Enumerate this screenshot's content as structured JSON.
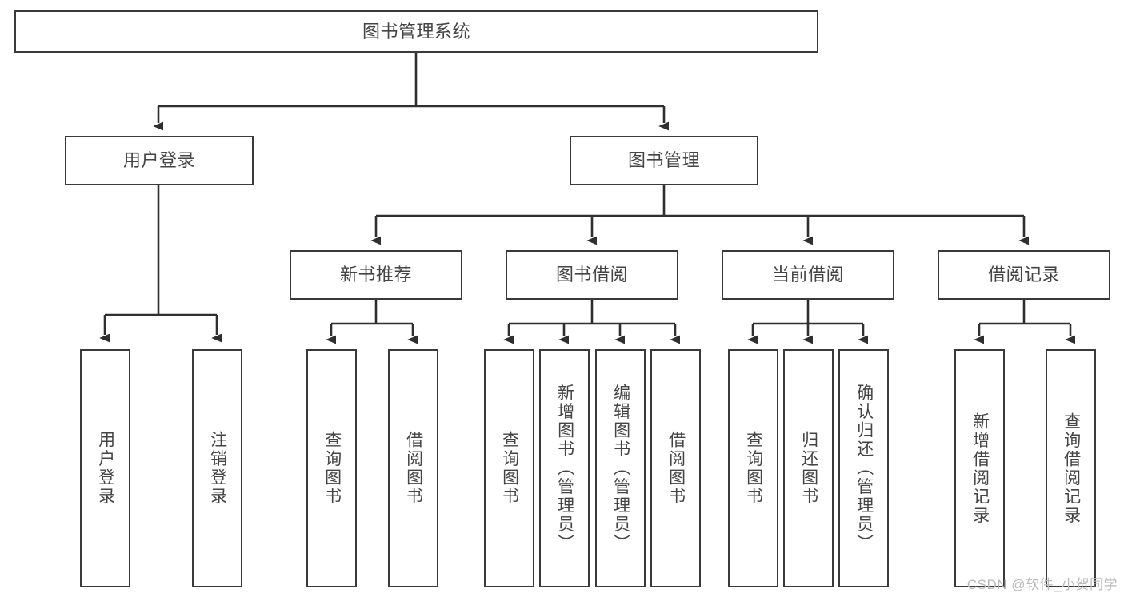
{
  "diagram": {
    "title": "图书管理系统",
    "type": "hierarchy-tree",
    "colors": {
      "box_border": "#3a3a3a",
      "box_fill": "#ffffff",
      "text": "#444444",
      "connector": "#2f2f2f",
      "watermark": "#b9b9b9",
      "background": "#ffffff"
    },
    "nodes": {
      "root": {
        "label": "图书管理系统"
      },
      "level2": [
        {
          "id": "user-login",
          "label": "用户登录"
        },
        {
          "id": "book-manage",
          "label": "图书管理"
        }
      ],
      "level3": [
        {
          "id": "new-book-recommend",
          "label": "新书推荐"
        },
        {
          "id": "book-borrow",
          "label": "图书借阅"
        },
        {
          "id": "current-borrow",
          "label": "当前借阅"
        },
        {
          "id": "borrow-record",
          "label": "借阅记录"
        }
      ],
      "leaves": {
        "user-login": [
          {
            "id": "leaf-user-login",
            "label": "用户登录"
          },
          {
            "id": "leaf-logout",
            "label": "注销登录"
          }
        ],
        "new-book-recommend": [
          {
            "id": "leaf-query-book-1",
            "label": "查询图书"
          },
          {
            "id": "leaf-borrow-book-1",
            "label": "借阅图书"
          }
        ],
        "book-borrow": [
          {
            "id": "leaf-query-book-2",
            "label": "查询图书"
          },
          {
            "id": "leaf-add-book",
            "label": "新增图书（管理员）"
          },
          {
            "id": "leaf-edit-book",
            "label": "编辑图书（管理员）"
          },
          {
            "id": "leaf-borrow-book-2",
            "label": "借阅图书"
          }
        ],
        "current-borrow": [
          {
            "id": "leaf-query-book-3",
            "label": "查询图书"
          },
          {
            "id": "leaf-return-book",
            "label": "归还图书"
          },
          {
            "id": "leaf-confirm-return",
            "label": "确认归还（管理员）"
          }
        ],
        "borrow-record": [
          {
            "id": "leaf-add-record",
            "label": "新增借阅记录"
          },
          {
            "id": "leaf-query-record",
            "label": "查询借阅记录"
          }
        ]
      }
    },
    "watermark": "CSDN @软件_小贺同学"
  }
}
